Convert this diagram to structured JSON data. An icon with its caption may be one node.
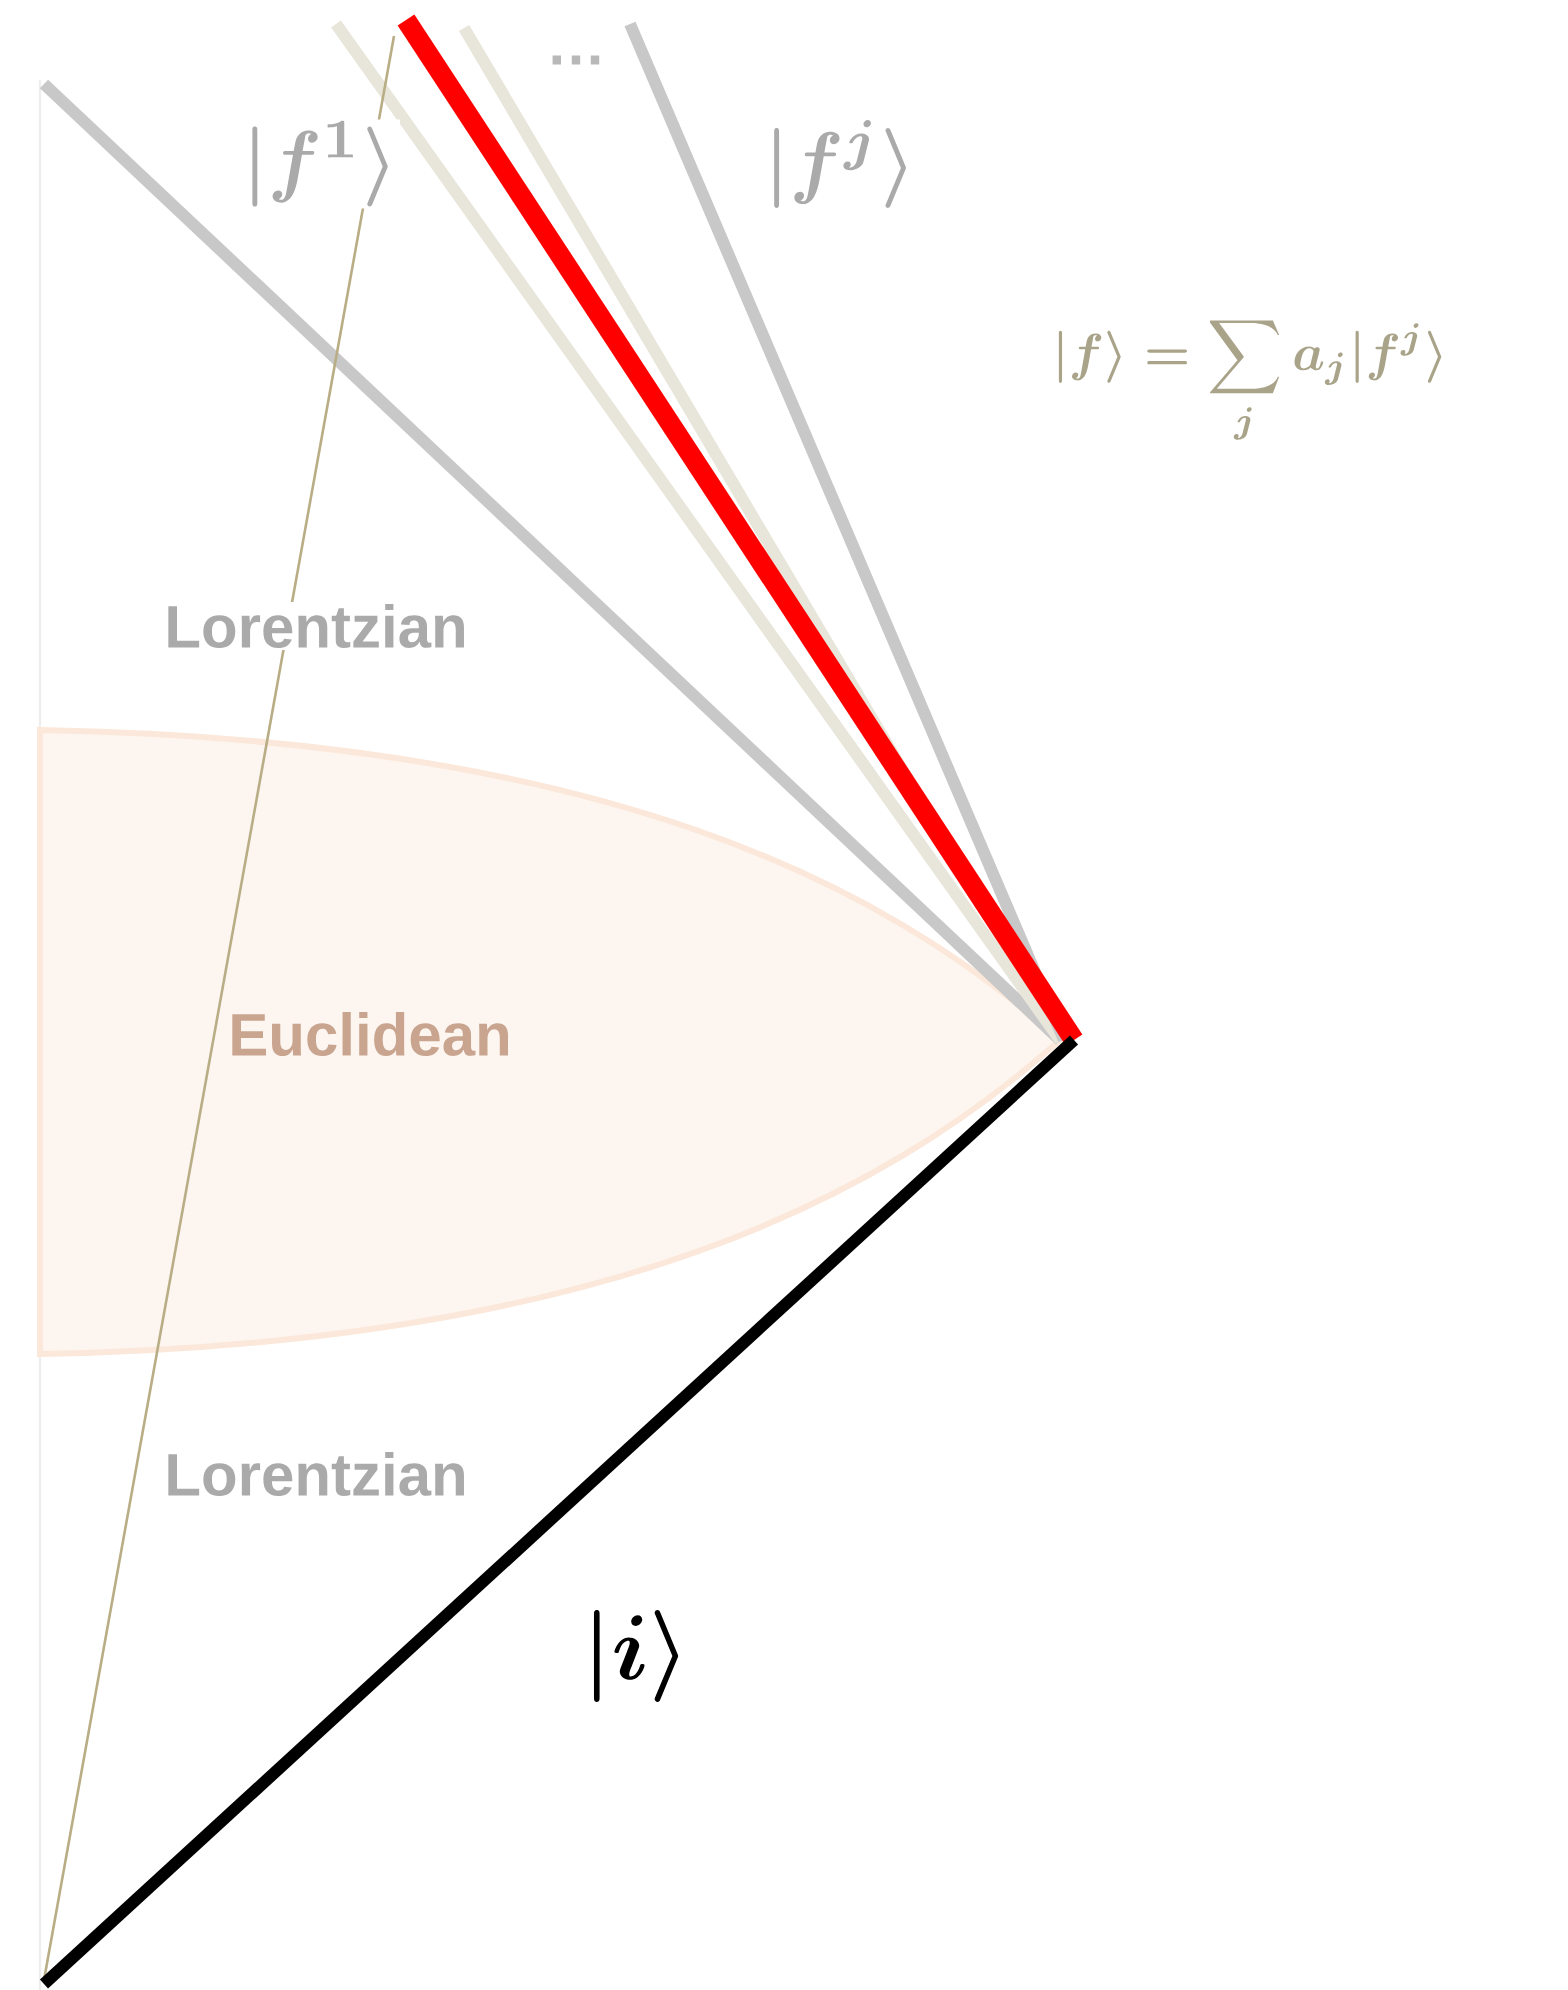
{
  "diagram": {
    "nodes": [
      {
        "text": [
          "Euclidean"
        ]
      }
    ],
    "labels": [
      "|f^{1}\\rangle",
      "…",
      "|f^{j}\\rangle",
      "|f\\rangle = \\sum_{j} a_{j} |f^{j}\\rangle",
      "Lorentzian",
      "Lorentzian",
      "|i\\rangle"
    ]
  }
}
